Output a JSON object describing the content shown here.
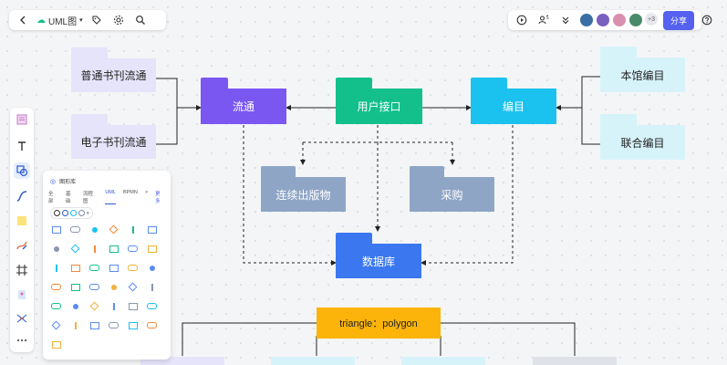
{
  "document": {
    "title": "UML图"
  },
  "toolbar_right": {
    "avatar_more": "+3",
    "share_label": "分享"
  },
  "library": {
    "title": "图形库",
    "tabs": [
      "全部",
      "基础",
      "流程图",
      "UML",
      "BPMN",
      ">",
      "更多"
    ],
    "active_tab": "UML"
  },
  "diagram": {
    "nodes": [
      {
        "id": "putong",
        "label": "普通书刊流通"
      },
      {
        "id": "dianzi",
        "label": "电子书刊流通"
      },
      {
        "id": "liutong",
        "label": "流通"
      },
      {
        "id": "yonghu",
        "label": "用户接口"
      },
      {
        "id": "bianmu",
        "label": "编目"
      },
      {
        "id": "benguan",
        "label": "本馆编目"
      },
      {
        "id": "lianhe",
        "label": "联合编目"
      },
      {
        "id": "lianxu",
        "label": "连续出版物"
      },
      {
        "id": "caigou",
        "label": "采购"
      },
      {
        "id": "shujuku",
        "label": "数据库"
      },
      {
        "id": "triangle",
        "label": "triangle：polygon"
      }
    ]
  },
  "colors": {
    "lavender": "#e6e4fa",
    "purple": "#7b57f2",
    "green": "#13c08c",
    "cyan": "#1bc2ef",
    "lightcyan": "#d7f3fa",
    "steel": "#8ea5c6",
    "blue": "#3b78f0",
    "orange": "#fcb40a",
    "share": "#5562f0"
  }
}
